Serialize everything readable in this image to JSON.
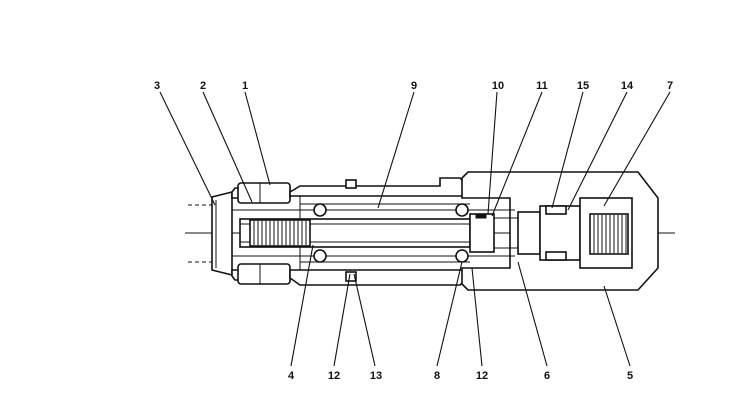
{
  "callouts": [
    {
      "id": "c3",
      "label": "3"
    },
    {
      "id": "c2",
      "label": "2"
    },
    {
      "id": "c1",
      "label": "1"
    },
    {
      "id": "c9",
      "label": "9"
    },
    {
      "id": "c10",
      "label": "10"
    },
    {
      "id": "c11",
      "label": "11"
    },
    {
      "id": "c15",
      "label": "15"
    },
    {
      "id": "c14",
      "label": "14"
    },
    {
      "id": "c7",
      "label": "7"
    },
    {
      "id": "c4",
      "label": "4"
    },
    {
      "id": "c12a",
      "label": "12"
    },
    {
      "id": "c13",
      "label": "13"
    },
    {
      "id": "c8",
      "label": "8"
    },
    {
      "id": "c12b",
      "label": "12"
    },
    {
      "id": "c6",
      "label": "6"
    },
    {
      "id": "c5",
      "label": "5"
    }
  ]
}
